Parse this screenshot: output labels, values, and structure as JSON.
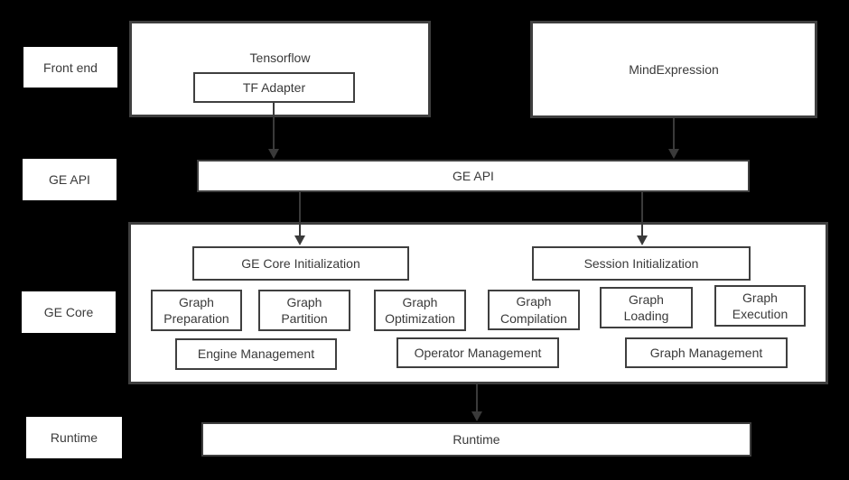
{
  "row_labels": {
    "front_end": "Front end",
    "ge_api": "GE API",
    "ge_core": "GE Core",
    "runtime": "Runtime"
  },
  "front_end": {
    "tensorflow": "Tensorflow",
    "tf_adapter": "TF Adapter",
    "mind_expression": "MindExpression"
  },
  "ge_api": {
    "bar": "GE API"
  },
  "ge_core": {
    "init_boxes": [
      "GE Core Initialization",
      "Session Initialization"
    ],
    "function_boxes": [
      "Graph Preparation",
      "Graph Partition",
      "Graph Optimization",
      "Graph Compilation",
      "Graph Loading",
      "Graph Execution"
    ],
    "management_boxes": [
      "Engine Management",
      "Operator Management",
      "Graph Management"
    ]
  },
  "runtime": {
    "bar": "Runtime"
  },
  "colors": {
    "background": "#000000",
    "box_fill": "#ffffff",
    "border": "#3f3f3f",
    "text": "#3a3a3a",
    "arrow": "#3a3a3a"
  }
}
